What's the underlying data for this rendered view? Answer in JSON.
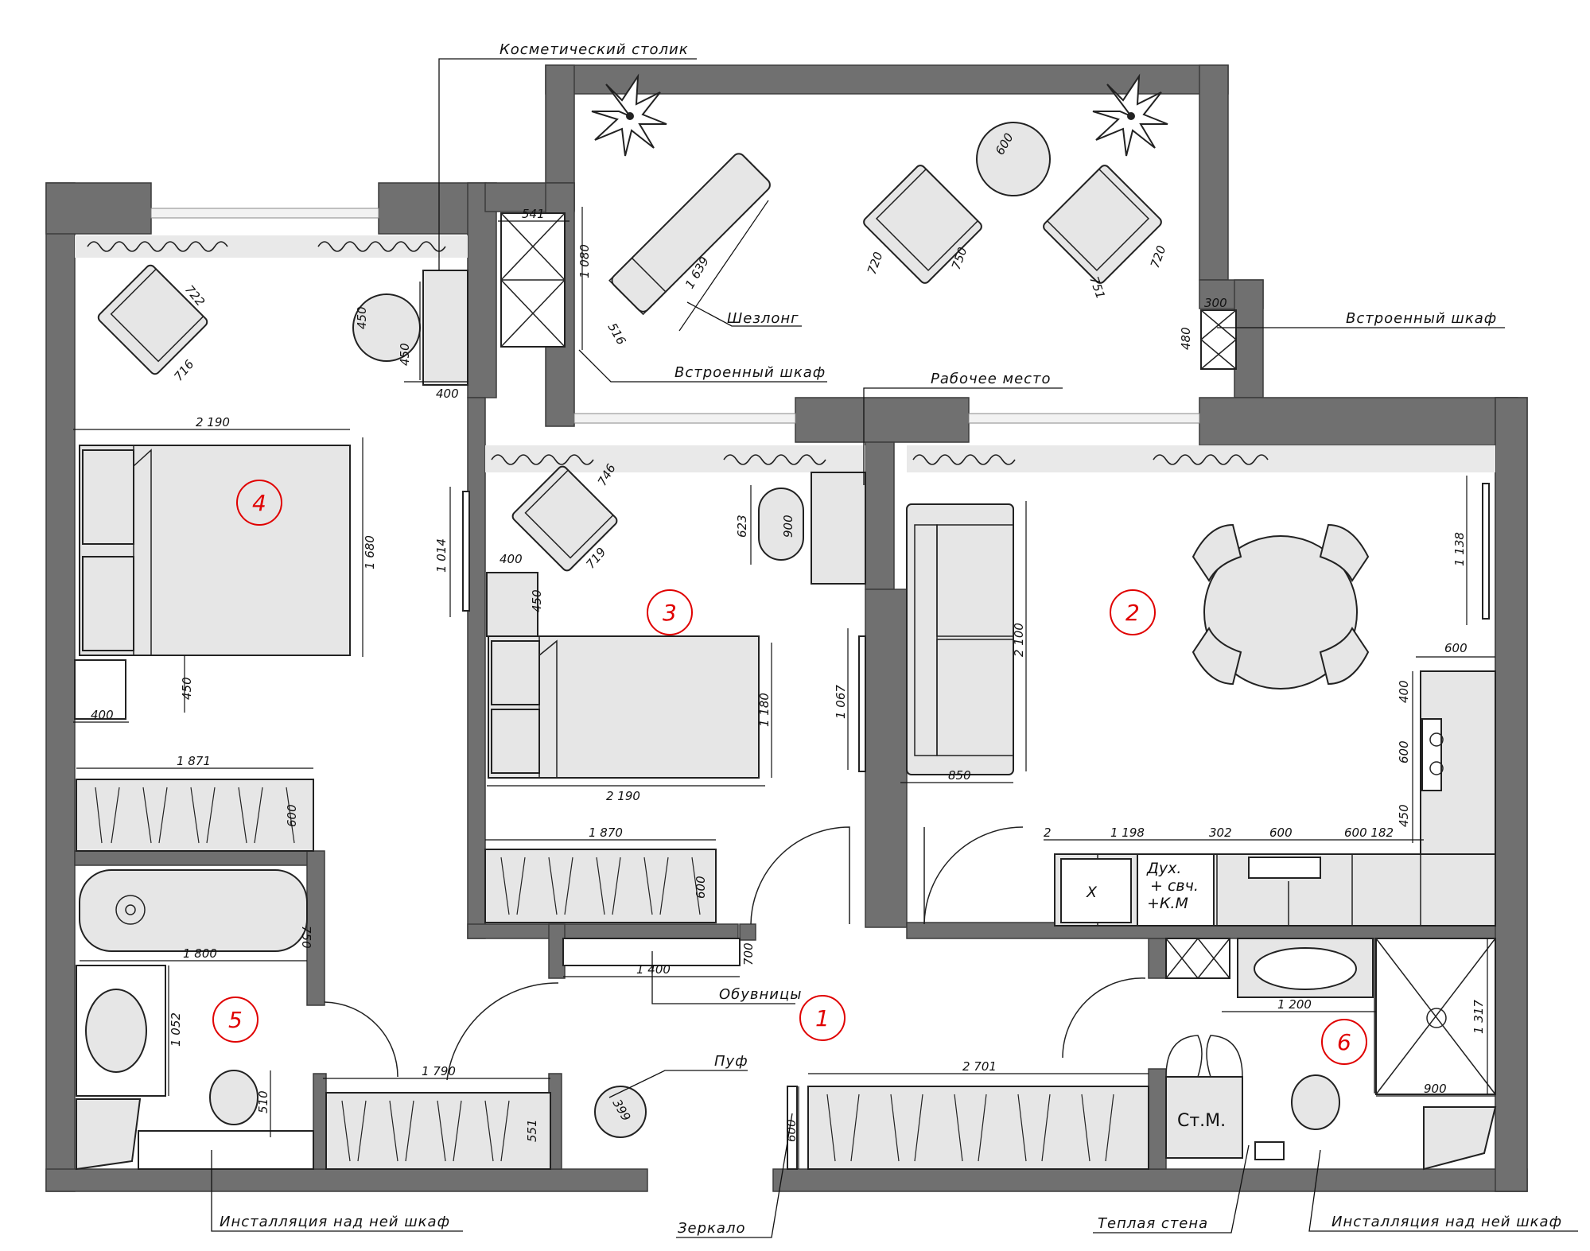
{
  "rooms": [
    {
      "number": "1"
    },
    {
      "number": "2"
    },
    {
      "number": "3"
    },
    {
      "number": "4"
    },
    {
      "number": "5"
    },
    {
      "number": "6"
    }
  ],
  "labels": {
    "cosmetic_table": "Косметический столик",
    "chaise_longue": "Шезлонг",
    "builtin_wardrobe_loggia": "Встроенный шкаф",
    "builtin_wardrobe_right": "Встроенный шкаф",
    "workplace": "Рабочее место",
    "shoe_racks": "Обувницы",
    "pouf": "Пуф",
    "mirror": "Зеркало",
    "warm_wall": "Теплая стена",
    "installation_left": "Инсталляция над ней шкаф",
    "installation_right": "Инсталляция над ней шкаф"
  },
  "fixtures": {
    "washing_machine": "Ст.М.",
    "fridge": "Х",
    "oven_line1": "Дух.",
    "oven_line2": "+ свч.",
    "oven_line3": "+К.М"
  },
  "dimensions": {
    "d541": "541",
    "d1080": "1 080",
    "d516": "516",
    "d1639": "1 639",
    "d600_table": "600",
    "d720_a": "720",
    "d750": "750",
    "d751": "751",
    "d720_b": "720",
    "d300": "300",
    "d480": "480",
    "d722": "722",
    "d716": "716",
    "d450_a": "450",
    "d450_b": "450",
    "d400_a": "400",
    "d2190_a": "2 190",
    "d1680": "1 680",
    "d450_c": "450",
    "d400_b": "400",
    "d1014": "1 014",
    "d746": "746",
    "d719": "719",
    "d400_c": "400",
    "d450_d": "450",
    "d623": "623",
    "d900_chair": "900",
    "d1180": "1 180",
    "d2190_b": "2 190",
    "d1067": "1 067",
    "d2100": "2 100",
    "d850": "850",
    "d1138": "1 138",
    "d600_k": "600",
    "d400_k": "400",
    "d600_k2": "600",
    "d450_k": "450",
    "d2": "2",
    "d1198": "1 198",
    "d302": "302",
    "d600_k3": "600",
    "d600_182": "600 182",
    "d1871": "1 871",
    "d600_w1": "600",
    "d1870": "1 870",
    "d600_w2": "600",
    "d1800": "1 800",
    "d750_bath": "750",
    "d1052": "1 052",
    "d510": "510",
    "d700": "700",
    "d1400": "1 400",
    "d1790": "1 790",
    "d551": "551",
    "d399": "399",
    "d2701": "2 701",
    "d600_h": "600",
    "d1200": "1 200",
    "d1317": "1 317",
    "d900_sh": "900"
  }
}
